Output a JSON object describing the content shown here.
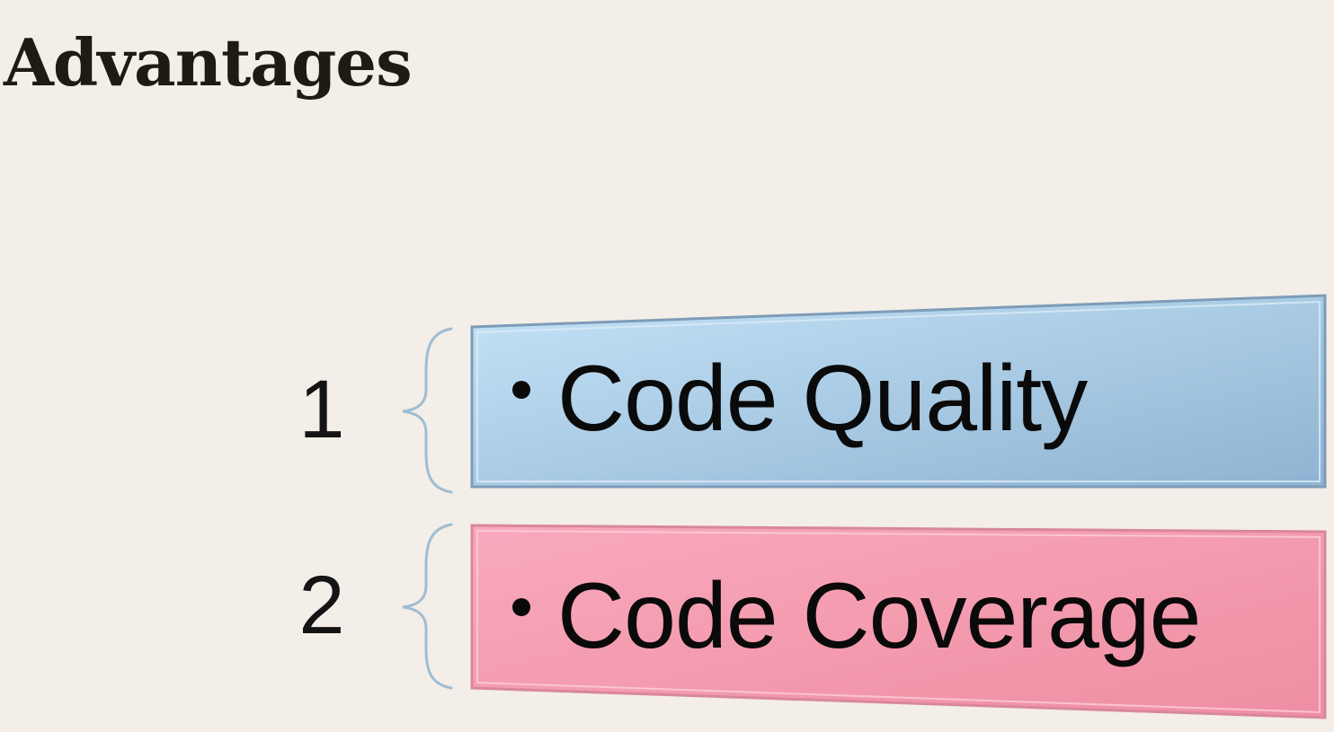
{
  "slide": {
    "title": "Advantages",
    "items": [
      {
        "number": "1",
        "label": "Code Quality",
        "color_top": "#c4e3f7",
        "color_bottom": "#8fb3d2",
        "border": "#7d9cb8"
      },
      {
        "number": "2",
        "label": "Code Coverage",
        "color_top": "#f9a9bd",
        "color_bottom": "#ef8ea2",
        "border": "#d9879a"
      }
    ],
    "brace_color": "#9fbdd2"
  }
}
